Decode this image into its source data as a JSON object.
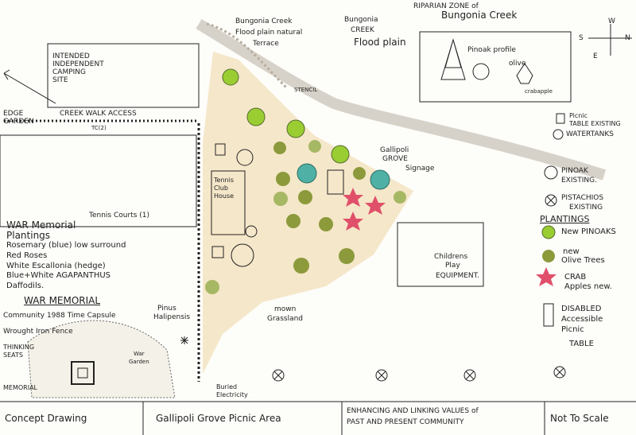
{
  "top_labels": {
    "riparian_zone": "RIPARIAN ZONE of",
    "riparian_creek": "Bungonia Creek",
    "floodplain_natural_1": "Bungonia Creek",
    "floodplain_natural_2": "Flood plain natural",
    "floodplain_natural_3": "Terrace",
    "creek_flood_1": "Bungonia",
    "creek_flood_2": "CREEK",
    "creek_flood_3": "Flood plain",
    "stencil": "STENCIL"
  },
  "compass": {
    "w": "W",
    "s": "S",
    "n": "N",
    "e": "E"
  },
  "profile_box": {
    "title": "Pinoak profile",
    "olive": "olive",
    "crab": "crabapple"
  },
  "camping": {
    "line1": "INTENDED",
    "line2": "INDEPENDENT",
    "line3": "CAMPING",
    "line4": "SITE"
  },
  "creek_walk": {
    "edge": "EDGE",
    "garden": "GARDEN",
    "walk": "CREEK WALK ACCESS",
    "tc": "TC(2)"
  },
  "tennis": {
    "club": "Tennis Club House",
    "courts": "Tennis Courts (1)"
  },
  "signage": {
    "l1": "Gallipoli",
    "l2": "GROVE",
    "l3": "Signage"
  },
  "children": {
    "l1": "Childrens",
    "l2": "Play",
    "l3": "EQUIPMENT."
  },
  "war_plantings": {
    "title1": "WAR Memorial",
    "title2": "Plantings",
    "items": [
      "Rosemary (blue) low surround",
      "Red Roses",
      "White Escallonia (hedge)",
      "Blue+White AGAPANTHUS",
      "Daffodils."
    ]
  },
  "war_memorial": {
    "heading": "WAR MEMORIAL",
    "capsule": "Community 1988 Time Capsule",
    "fence": "Wrought Iron Fence",
    "seats1": "THINKING",
    "seats2": "SEATS",
    "memorial": "MEMORIAL",
    "war_garden1": "War",
    "war_garden2": "Garden"
  },
  "pinus": {
    "l1": "Pinus",
    "l2": "Halipensis"
  },
  "mown": {
    "l1": "mown",
    "l2": "Grassland"
  },
  "buried": {
    "l1": "Buried",
    "l2": "Electricity"
  },
  "legend": {
    "picnic_existing_1": "Picnic",
    "picnic_existing_2": "TABLE EXISTING",
    "watertanks": "WATERTANKS",
    "pinoak_existing_1": "PINOAK",
    "pinoak_existing_2": "EXISTING.",
    "pistachios_1": "PISTACHIOS",
    "pistachios_2": "EXISTING",
    "plantings": "PLANTINGS",
    "new_pinoaks": "New PINOAKS",
    "new_olive_1": "new",
    "new_olive_2": "Olive Trees",
    "crab_1": "CRAB",
    "crab_2": "Apples new.",
    "disabled_1": "DISABLED",
    "disabled_2": "Accessible",
    "disabled_3": "Picnic",
    "disabled_4": "TABLE"
  },
  "title_block": {
    "concept": "Concept Drawing",
    "area": "Gallipoli Grove Picnic Area",
    "enhancing_1": "ENHANCING AND LINKING VALUES of",
    "enhancing_2": "PAST AND PRESENT COMMUNITY",
    "scale": "Not To Scale"
  },
  "colors": {
    "ink": "#222222",
    "grass": "#d9b26a",
    "pinoak": "#9acd32",
    "olive": "#8c9a3c",
    "crab": "#e0506a",
    "teal": "#4fb0a5",
    "creek": "#a89a8a"
  }
}
